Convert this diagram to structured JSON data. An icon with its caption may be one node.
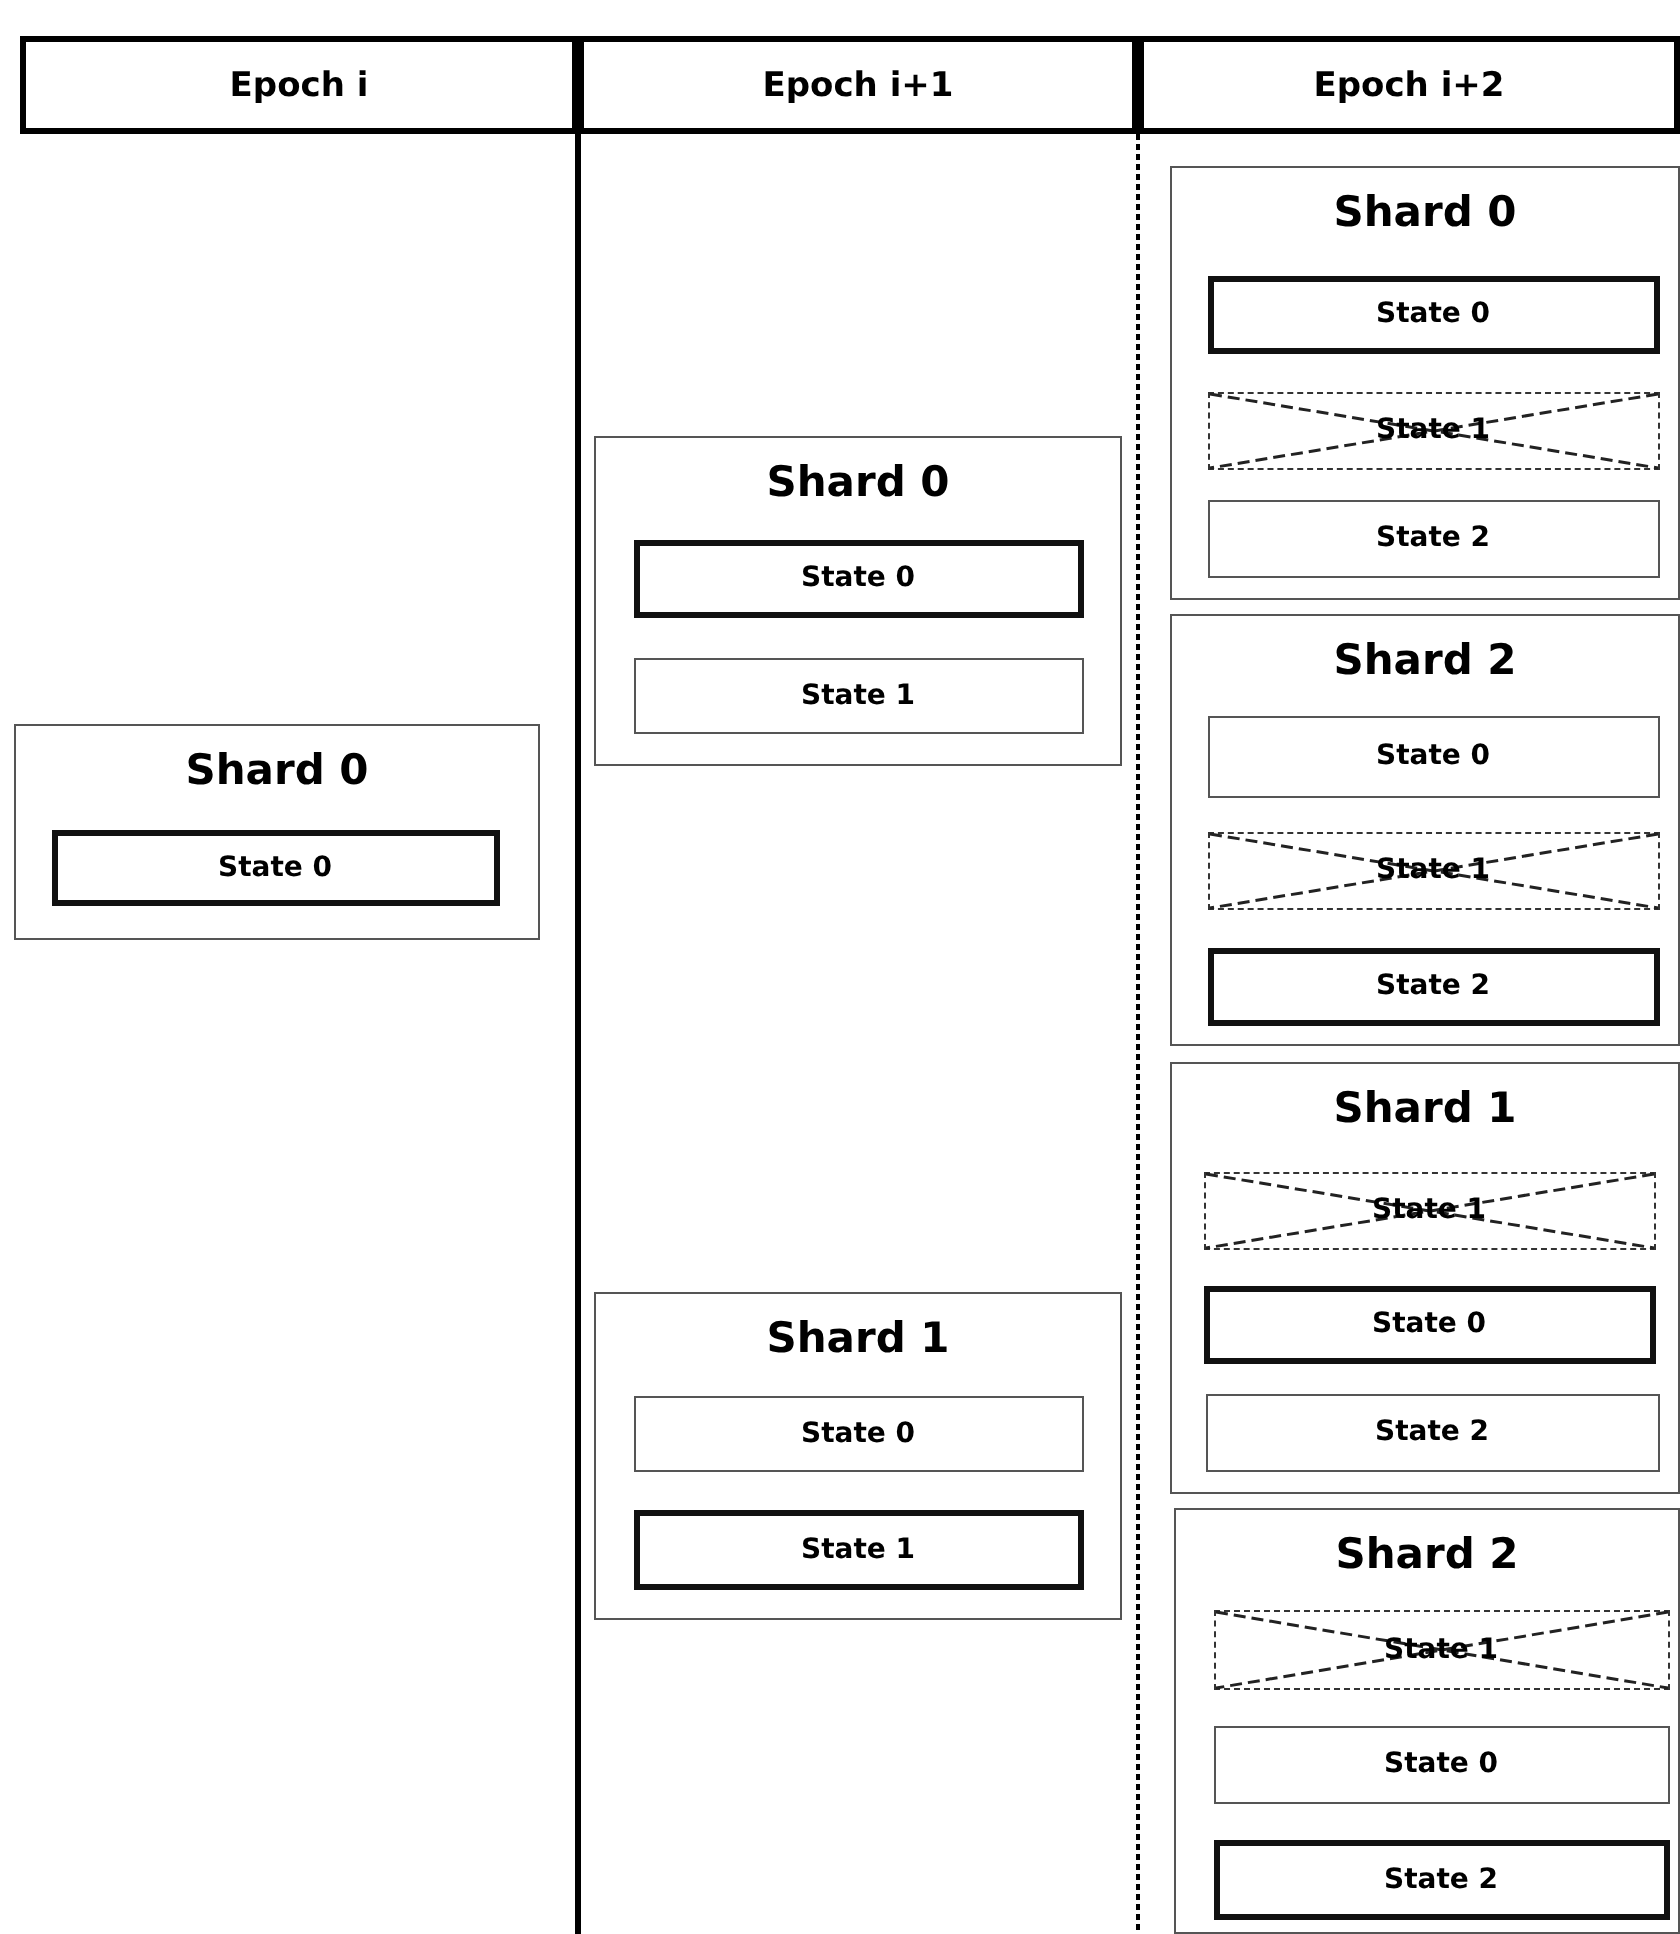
{
  "diagram": {
    "nodes": [
      {
        "text": [
          "Epoch i"
        ]
      },
      {
        "text": [
          "Epoch i+1"
        ]
      },
      {
        "text": [
          "Epoch i+2"
        ]
      },
      {
        "text": [
          "Shard 0"
        ]
      },
      {
        "text": [
          "State 0"
        ],
        "in": 3
      },
      {
        "text": [
          "Shard 0"
        ]
      },
      {
        "text": [
          "State 0"
        ],
        "in": 5
      },
      {
        "text": [
          "State 1"
        ],
        "in": 5
      },
      {
        "text": [
          "Shard 1"
        ]
      },
      {
        "text": [
          "State 0"
        ],
        "in": 8
      },
      {
        "text": [
          "State 1"
        ],
        "in": 8
      },
      {
        "text": [
          "Shard 0"
        ]
      },
      {
        "text": [
          "State 0"
        ],
        "in": 11
      },
      {
        "text": [
          "State 1"
        ],
        "in": 11
      },
      {
        "text": [
          "State 2"
        ],
        "in": 11
      },
      {
        "text": [
          "Shard 2"
        ]
      },
      {
        "text": [
          "State 0"
        ],
        "in": 15
      },
      {
        "text": [
          "State 1"
        ],
        "in": 15
      },
      {
        "text": [
          "State 2"
        ],
        "in": 15
      },
      {
        "text": [
          "Shard 1"
        ]
      },
      {
        "text": [
          "State 1"
        ],
        "in": 19
      },
      {
        "text": [
          "State 0"
        ],
        "in": 19
      },
      {
        "text": [
          "State 2"
        ],
        "in": 19
      },
      {
        "text": [
          "Shard 2"
        ]
      },
      {
        "text": [
          "State 1"
        ],
        "in": 23
      },
      {
        "text": [
          "State 0"
        ],
        "in": 23
      },
      {
        "text": [
          "State 2"
        ],
        "in": 23
      }
    ]
  }
}
